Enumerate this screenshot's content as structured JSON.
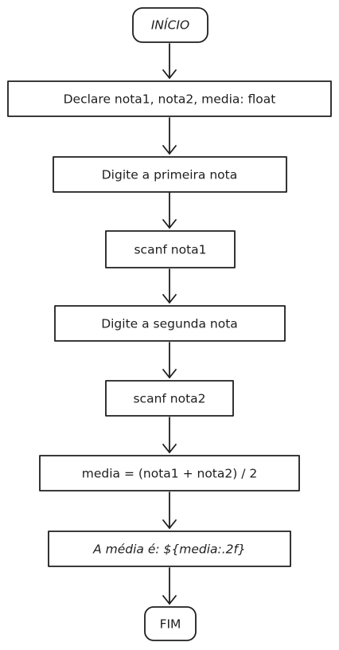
{
  "flowchart": {
    "start": {
      "label": "INÍCIO"
    },
    "steps": [
      {
        "label": "Declare nota1, nota2, media: float"
      },
      {
        "label": "Digite a primeira nota"
      },
      {
        "label": "scanf nota1"
      },
      {
        "label": "Digite a segunda nota"
      },
      {
        "label": "scanf nota2"
      },
      {
        "label": "media = (nota1 + nota2) / 2"
      },
      {
        "label": "A média é: ${media:.2f}"
      }
    ],
    "end": {
      "label": "FIM"
    }
  },
  "colors": {
    "stroke": "#1e1e1e",
    "fill": "#ffffff",
    "text": "#1e1e1e"
  }
}
